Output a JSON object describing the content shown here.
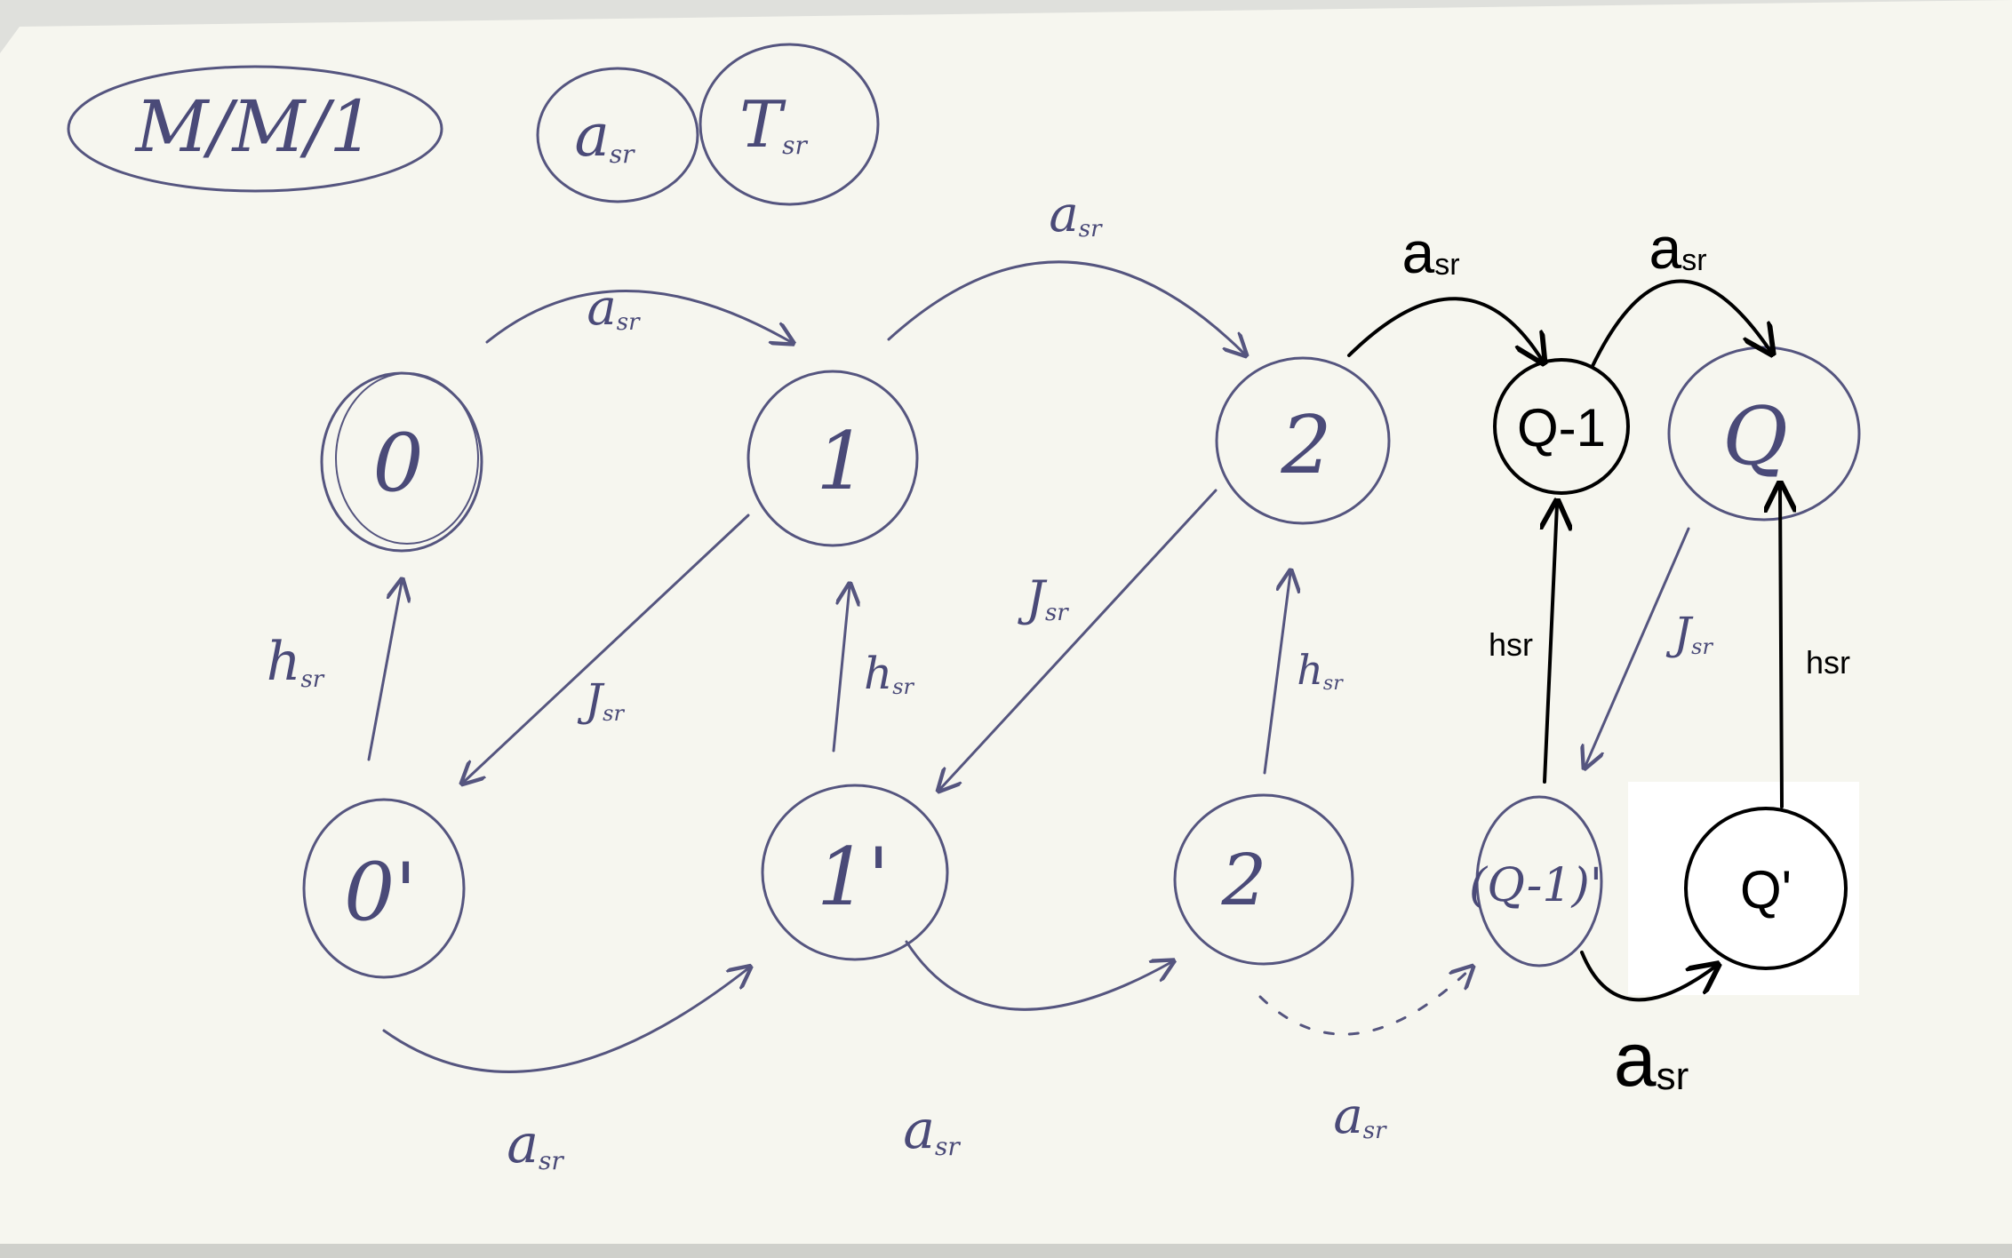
{
  "legend": {
    "model": "M/M/1",
    "label_a": "a",
    "label_a_sub": "sr",
    "label_t": "T",
    "label_t_sub": "sr"
  },
  "states_top": {
    "s0": "0",
    "s1": "1",
    "s2": "2",
    "sq1": "Q-1",
    "sq": "Q"
  },
  "states_bottom": {
    "s0p": "0'",
    "s1p": "1'",
    "s2p": "2",
    "sq1p": "(Q-1)'",
    "sqp": "Q'"
  },
  "rates": {
    "a_top_01": "a",
    "a_top_01_sub": "sr",
    "a_top_12": "a",
    "a_top_12_sub": "sr",
    "a_top_2q1": "a",
    "a_top_2q1_sub": "sr",
    "a_top_q1q": "a",
    "a_top_q1q_sub": "sr",
    "a_bot_01": "a",
    "a_bot_01_sub": "sr",
    "a_bot_12": "a",
    "a_bot_12_sub": "sr",
    "a_bot_2": "a",
    "a_bot_2_sub": "sr",
    "a_bot_q": "a",
    "a_bot_q_sub": "sr",
    "h0": "h",
    "h0_sub": "sr",
    "h1": "h",
    "h1_sub": "sr",
    "h2": "h",
    "h2_sub": "sr",
    "hq1": "hsr",
    "hq": "hsr",
    "j1": "J",
    "j1_sub": "sr",
    "j2": "J",
    "j2_sub": "sr",
    "jq": "J",
    "jq_sub": "sr"
  },
  "colors": {
    "paper": "#f6f6ef",
    "pen": "#55557f",
    "print": "#000000"
  }
}
